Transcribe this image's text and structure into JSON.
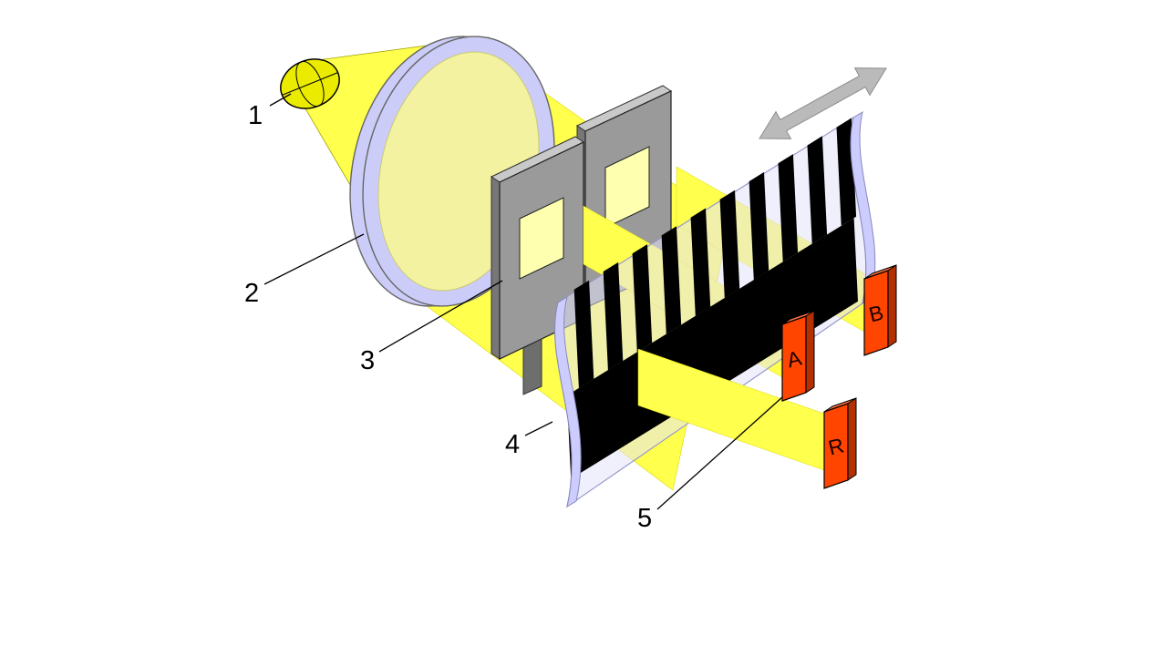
{
  "figure": {
    "callout_labels": {
      "l1": "1",
      "l2": "2",
      "l3": "3",
      "l4": "4",
      "l5": "5"
    },
    "detector_labels": {
      "a": "A",
      "b": "B",
      "r": "R"
    },
    "icons": {
      "motion_arrow": "double-headed-arrow"
    },
    "colors": {
      "background": "#ffffff",
      "beam_yellow": "#ffff4d",
      "lens_face_yellow": "#f2f2a0",
      "aperture_yellow": "#ffffb0",
      "lavender": "#ccccf8",
      "strip_edge_lavender": "#ccccff",
      "strip_tint": "#e4e4fa",
      "mask_gray": "#9a9a9a",
      "mask_gray_light": "#c9c9c9",
      "mask_gray_dark": "#777777",
      "stripe_black": "#000000",
      "detector_orange": "#ff4500",
      "detector_orange_dark": "#b33000",
      "arrow_gray": "#bababa"
    }
  }
}
